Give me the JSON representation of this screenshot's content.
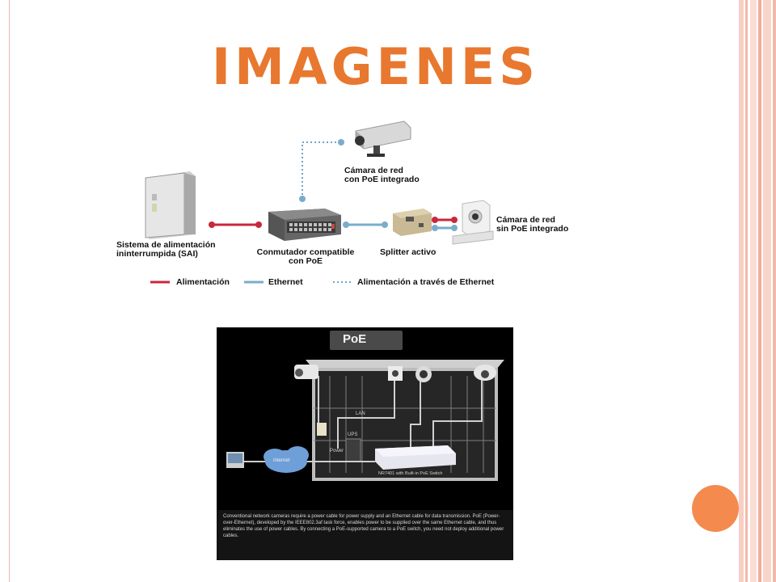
{
  "slide": {
    "title": "IMAGENES"
  },
  "diagram1": {
    "devices": {
      "camera_poe": "Cámara de red\ncon PoE integrado",
      "camera_no_poe": "Cámara de red\nsin PoE integrado",
      "ups": "Sistema de alimentación\nininterrumpida (SAI)",
      "switch": "Conmutador compatible\ncon PoE",
      "splitter": "Splitter activo"
    },
    "legend": [
      {
        "label": "Alimentación",
        "color": "#c8283c",
        "style": "solid"
      },
      {
        "label": "Ethernet",
        "color": "#7aaccc",
        "style": "solid"
      },
      {
        "label": "Alimentación a través de Ethernet",
        "color": "#6ea6cf",
        "style": "dotted"
      }
    ]
  },
  "diagram2": {
    "heading": "PoE",
    "labels": {
      "internet": "Internet",
      "ups": "UPS",
      "power": "Power",
      "lan": "LAN",
      "switch": "NR7401 with Built-in PoE Switch"
    },
    "paragraph": "Conventional network cameras require a power cable for power supply and an Ethernet cable for data transmission. PoE (Power-over-Ethernet), developed by the IEEE802.3af task force, enables power to be supplied over the same Ethernet cable, and thus eliminates the use of power cables. By connecting a PoE-supported camera to a PoE switch, you need not deploy additional power cables."
  },
  "colors": {
    "accent": "#e8782f",
    "circle": "#f58a4e",
    "stripes": "#f2b8a8"
  }
}
